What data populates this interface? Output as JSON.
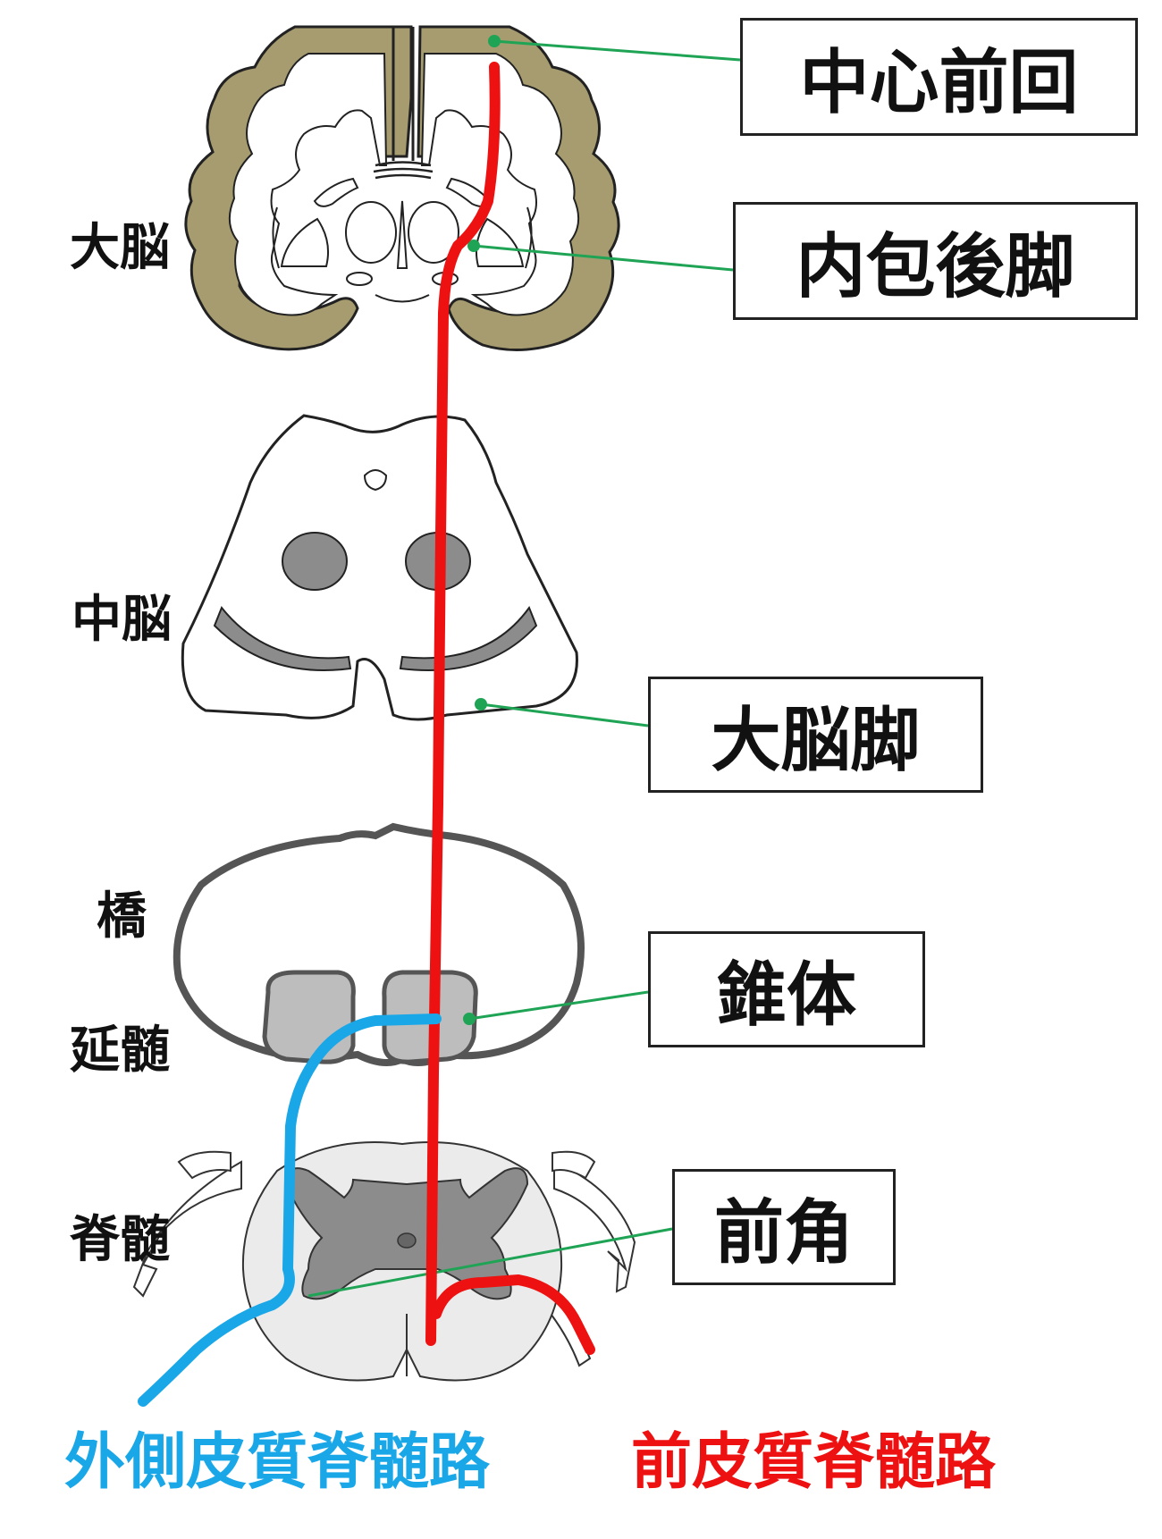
{
  "side_labels": {
    "cerebrum": "大脳",
    "midbrain": "中脳",
    "pons": "橋",
    "medulla": "延髄",
    "spinal_cord": "脊髄"
  },
  "callouts": {
    "precentral_gyrus": "中心前回",
    "internal_capsule_posterior_limb": "内包後脚",
    "cerebral_peduncle": "大脳脚",
    "pyramid": "錐体",
    "anterior_horn": "前角"
  },
  "legend": {
    "lateral_tract": "外側皮質脊髄路",
    "anterior_tract": "前皮質脊髄路"
  },
  "colors": {
    "lateral_tract": "#1aa7e8",
    "anterior_tract": "#ee1111",
    "pointer_line": "#1fa455",
    "cortex": "#a69c70",
    "gray_matter": "#8c8c8c"
  }
}
